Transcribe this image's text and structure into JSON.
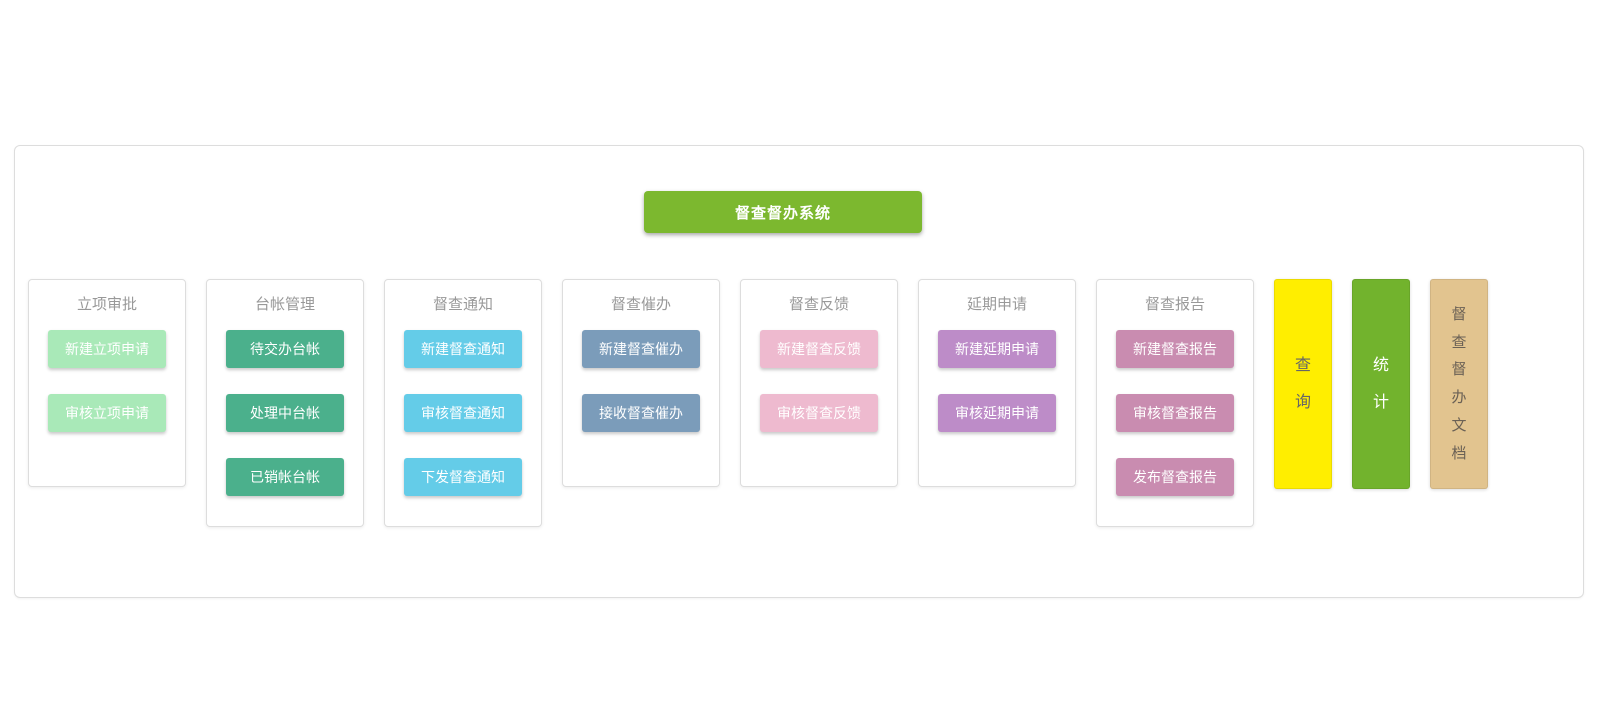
{
  "app": {
    "title": "督查督办系统"
  },
  "colors": {
    "brand-green": "#7cb82f",
    "pale-green": "#a9e9b8",
    "teal": "#4bb08c",
    "sky-blue": "#64cce8",
    "steel-blue": "#7b9cba",
    "pink": "#eebacf",
    "orchid": "#bd8cc8",
    "mauve": "#c98cb0",
    "yellow": "#ffee00",
    "stat-green": "#72b32d",
    "tan": "#e2c48f"
  },
  "columns": [
    {
      "title": "立项审批",
      "buttons": [
        "新建立项申请",
        "审核立项申请"
      ]
    },
    {
      "title": "台帐管理",
      "buttons": [
        "待交办台帐",
        "处理中台帐",
        "已销帐台帐"
      ]
    },
    {
      "title": "督查通知",
      "buttons": [
        "新建督查通知",
        "审核督查通知",
        "下发督查通知"
      ]
    },
    {
      "title": "督查催办",
      "buttons": [
        "新建督查催办",
        "接收督查催办"
      ]
    },
    {
      "title": "督查反馈",
      "buttons": [
        "新建督查反馈",
        "审核督查反馈"
      ]
    },
    {
      "title": "延期申请",
      "buttons": [
        "新建延期申请",
        "审核延期申请"
      ]
    },
    {
      "title": "督查报告",
      "buttons": [
        "新建督查报告",
        "审核督查报告",
        "发布督查报告"
      ]
    }
  ],
  "side_bars": [
    {
      "label": "查询"
    },
    {
      "label": "统计"
    },
    {
      "label": "督查督办文档"
    }
  ]
}
